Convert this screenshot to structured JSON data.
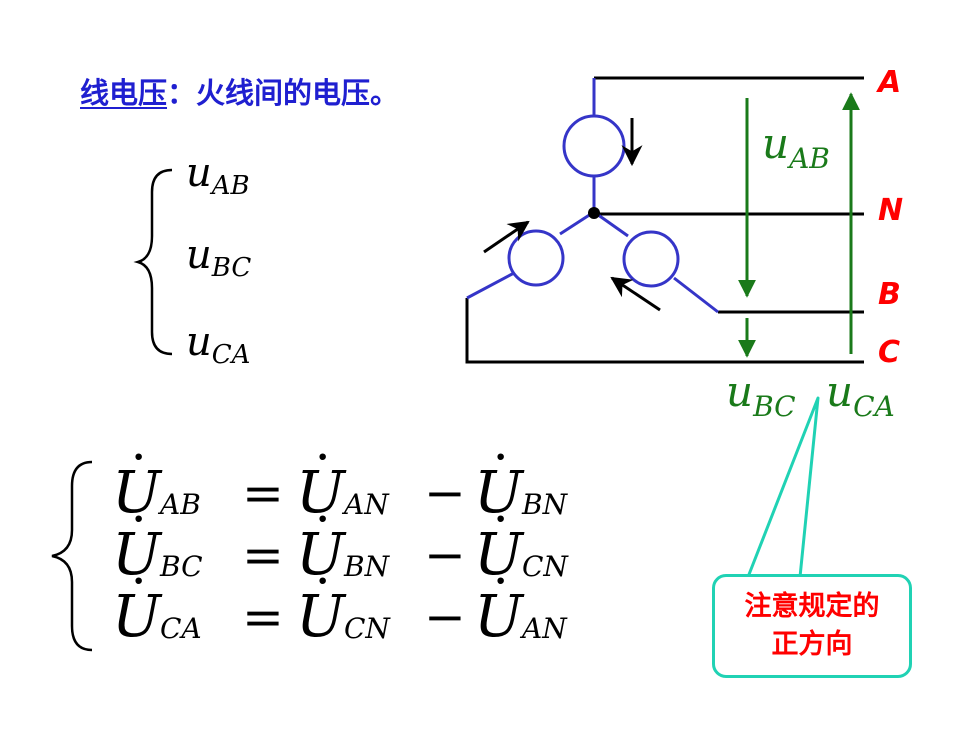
{
  "title": {
    "term": "线电压",
    "colon": "：",
    "description": "火线间的电压。"
  },
  "line_voltages": [
    {
      "symbol": "u",
      "sub": "AB"
    },
    {
      "symbol": "u",
      "sub": "BC"
    },
    {
      "symbol": "u",
      "sub": "CA"
    }
  ],
  "phasor_equations": [
    {
      "lhs": "AB",
      "op1": "=",
      "t1": "AN",
      "op2": "−",
      "t2": "BN"
    },
    {
      "lhs": "BC",
      "op1": "=",
      "t1": "BN",
      "op2": "−",
      "t2": "CN"
    },
    {
      "lhs": "CA",
      "op1": "=",
      "t1": "CN",
      "op2": "−",
      "t2": "AN"
    }
  ],
  "phasor_symbol": "U",
  "phasor_dot": "·",
  "circuit": {
    "line_labels": [
      "A",
      "N",
      "B",
      "C"
    ],
    "voltage_labels": [
      {
        "symbol": "u",
        "sub": "AB"
      },
      {
        "symbol": "u",
        "sub": "BC"
      },
      {
        "symbol": "u",
        "sub": "CA"
      }
    ]
  },
  "callout": {
    "line1": "注意规定的",
    "line2": "正方向"
  },
  "colors": {
    "title_blue": "#1f1fd0",
    "wire_black": "#000000",
    "source_blue": "#3535c8",
    "voltage_green": "#1a7a1a",
    "label_red": "#ff0000",
    "callout_teal": "#20d2b4"
  }
}
